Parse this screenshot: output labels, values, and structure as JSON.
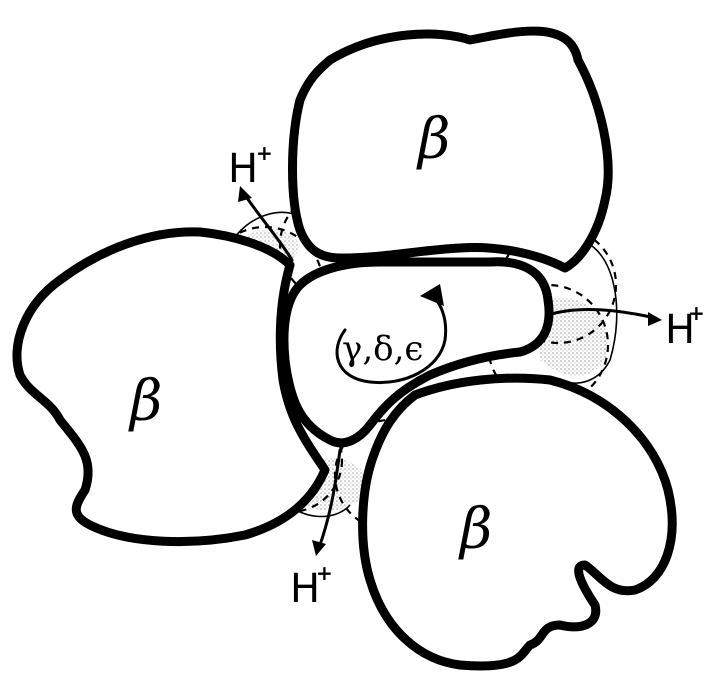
{
  "subunits": {
    "beta_top": "β",
    "beta_left": "β",
    "beta_bottom": "β"
  },
  "core": {
    "label": "γ,δ,ϵ"
  },
  "protons": {
    "top_left": {
      "base": "H",
      "sup": "+"
    },
    "right": {
      "base": "H",
      "sup": "+"
    },
    "bottom": {
      "base": "H",
      "sup": "+"
    }
  },
  "colors": {
    "stroke": "#000000",
    "background": "#ffffff",
    "shade": "#cfcfcf"
  }
}
